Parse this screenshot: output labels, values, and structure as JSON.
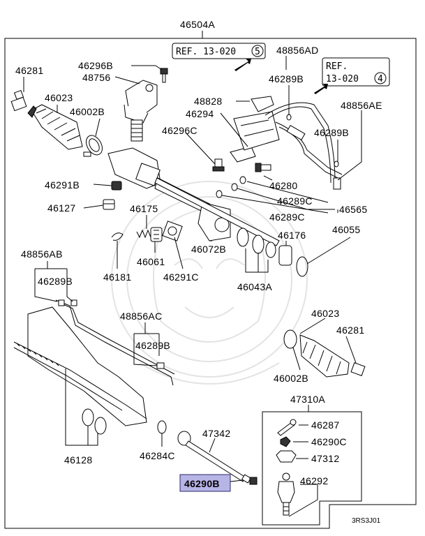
{
  "diagram": {
    "assembly_label": "46504A",
    "corner_code": "3RS3J01",
    "refs": [
      {
        "text": "REF. 13-020",
        "num": "5"
      },
      {
        "line1": "REF.",
        "line2": "13-020",
        "num": "4"
      }
    ],
    "highlight": {
      "label": "46290B",
      "color": "#b7b4e6"
    },
    "labels": {
      "p46281a": "46281",
      "p46023a": "46023",
      "p46002Ba": "46002B",
      "p46296B": "46296B",
      "p48756": "48756",
      "p48828": "48828",
      "p46294": "46294",
      "p46296C": "46296C",
      "p48856AD": "48856AD",
      "p46289Ba": "46289B",
      "p48856AE": "48856AE",
      "p46289Bb": "46289B",
      "p46291B": "46291B",
      "p46127": "46127",
      "p46175": "46175",
      "p46280": "46280",
      "p46289Ca": "46289C",
      "p46289Cb": "46289C",
      "p46565": "46565",
      "p46176": "46176",
      "p46055": "46055",
      "p46181": "46181",
      "p46061": "46061",
      "p46291C": "46291C",
      "p46072B": "46072B",
      "p46043A": "46043A",
      "p48856AB": "48856AB",
      "p46289Bc": "46289B",
      "p48856AC": "48856AC",
      "p46289Bd": "46289B",
      "p46023b": "46023",
      "p46281b": "46281",
      "p46002Bb": "46002B",
      "p47310A": "47310A",
      "p46287": "46287",
      "p46290C": "46290C",
      "p47312": "47312",
      "p46292": "46292",
      "p47342": "47342",
      "p46284C": "46284C",
      "p46128": "46128"
    }
  }
}
